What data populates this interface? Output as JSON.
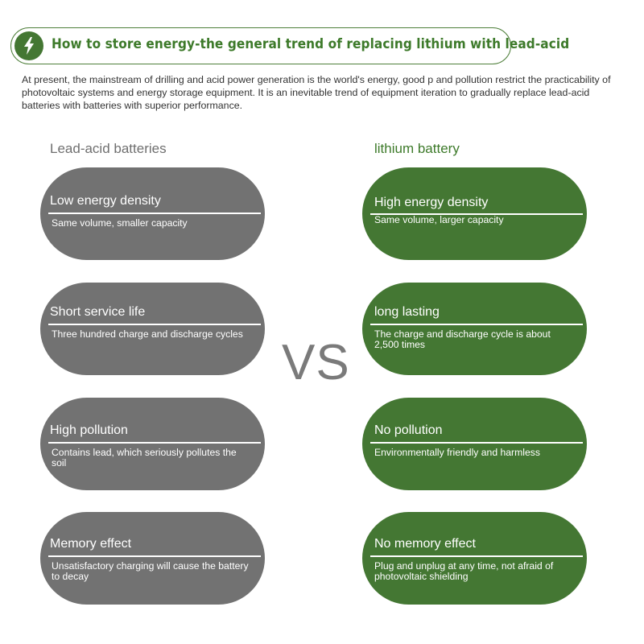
{
  "header": {
    "icon": "lightning-bolt-icon",
    "title": "How to store energy-the general trend of replacing lithium with lead-acid"
  },
  "intro": "At present, the mainstream of drilling and acid power generation is the world's energy, good p and pollution restrict the practicability of photovoltaic systems and energy storage equipment. It is an inevitable trend of equipment iteration to gradually replace lead-acid batteries with batteries with superior performance.",
  "vs_label": "VS",
  "lead_acid": {
    "heading": "Lead-acid batteries",
    "items": [
      {
        "title": "Low energy density",
        "desc": "Same volume, smaller capacity"
      },
      {
        "title": "Short service life",
        "desc": "Three hundred charge and discharge cycles"
      },
      {
        "title": "High pollution",
        "desc": "Contains lead, which seriously pollutes the soil"
      },
      {
        "title": "Memory effect",
        "desc": "Unsatisfactory charging will cause the battery to decay"
      }
    ]
  },
  "lithium": {
    "heading": "lithium battery",
    "items": [
      {
        "title": "High energy density",
        "desc": "Same volume, larger capacity"
      },
      {
        "title": "long lasting",
        "desc": "The charge and discharge cycle is about 2,500 times"
      },
      {
        "title": "No pollution",
        "desc": "Environmentally friendly and harmless"
      },
      {
        "title": "No memory effect",
        "desc": "Plug and unplug at any time, not afraid of photovoltaic shielding"
      }
    ]
  },
  "colors": {
    "green": "#447733",
    "gray": "#727272",
    "title_green": "#3d7a2a"
  }
}
